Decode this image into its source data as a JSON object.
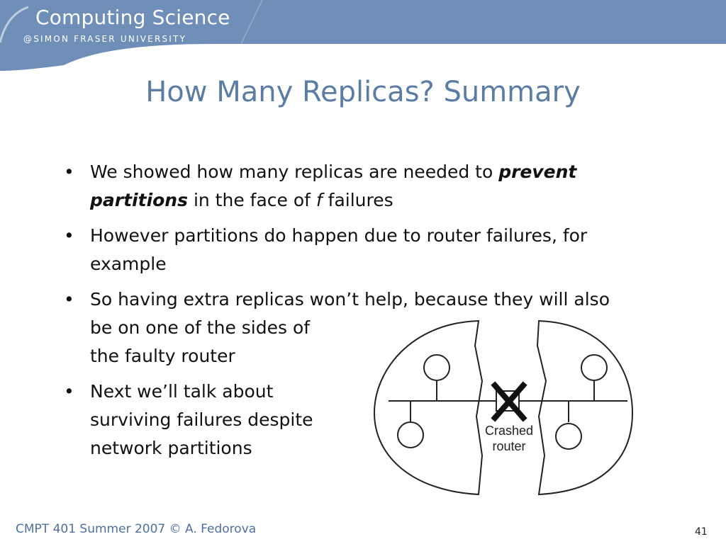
{
  "header": {
    "brand_title": "Computing Science",
    "brand_subtitle": "@SIMON FRASER UNIVERSITY",
    "color": "#6f8fb9"
  },
  "slide": {
    "title": "How Many Replicas? Summary",
    "title_color": "#5b7ca5",
    "bullets": [
      {
        "parts": [
          "We showed how many replicas are needed to ",
          "prevent partitions",
          " in the face of ",
          "f",
          " failures"
        ]
      },
      {
        "text": "However partitions do happen due to router failures, for example"
      },
      {
        "line1": "So having extra replicas won’t help, because they will also",
        "line2": "be on one of the sides of",
        "line3": "the faulty router"
      },
      {
        "line1": "Next we’ll talk about",
        "line2": "surviving failures despite",
        "line3": "network partitions"
      }
    ],
    "bullet_symbol": "•"
  },
  "diagram": {
    "router_label_line1": "Crashed",
    "router_label_line2": "router",
    "crash_icon": "x-mark-icon"
  },
  "footer": {
    "text": "CMPT 401 Summer 2007  © A. Fedorova",
    "page_number": "41",
    "color": "#4f6fa3"
  }
}
